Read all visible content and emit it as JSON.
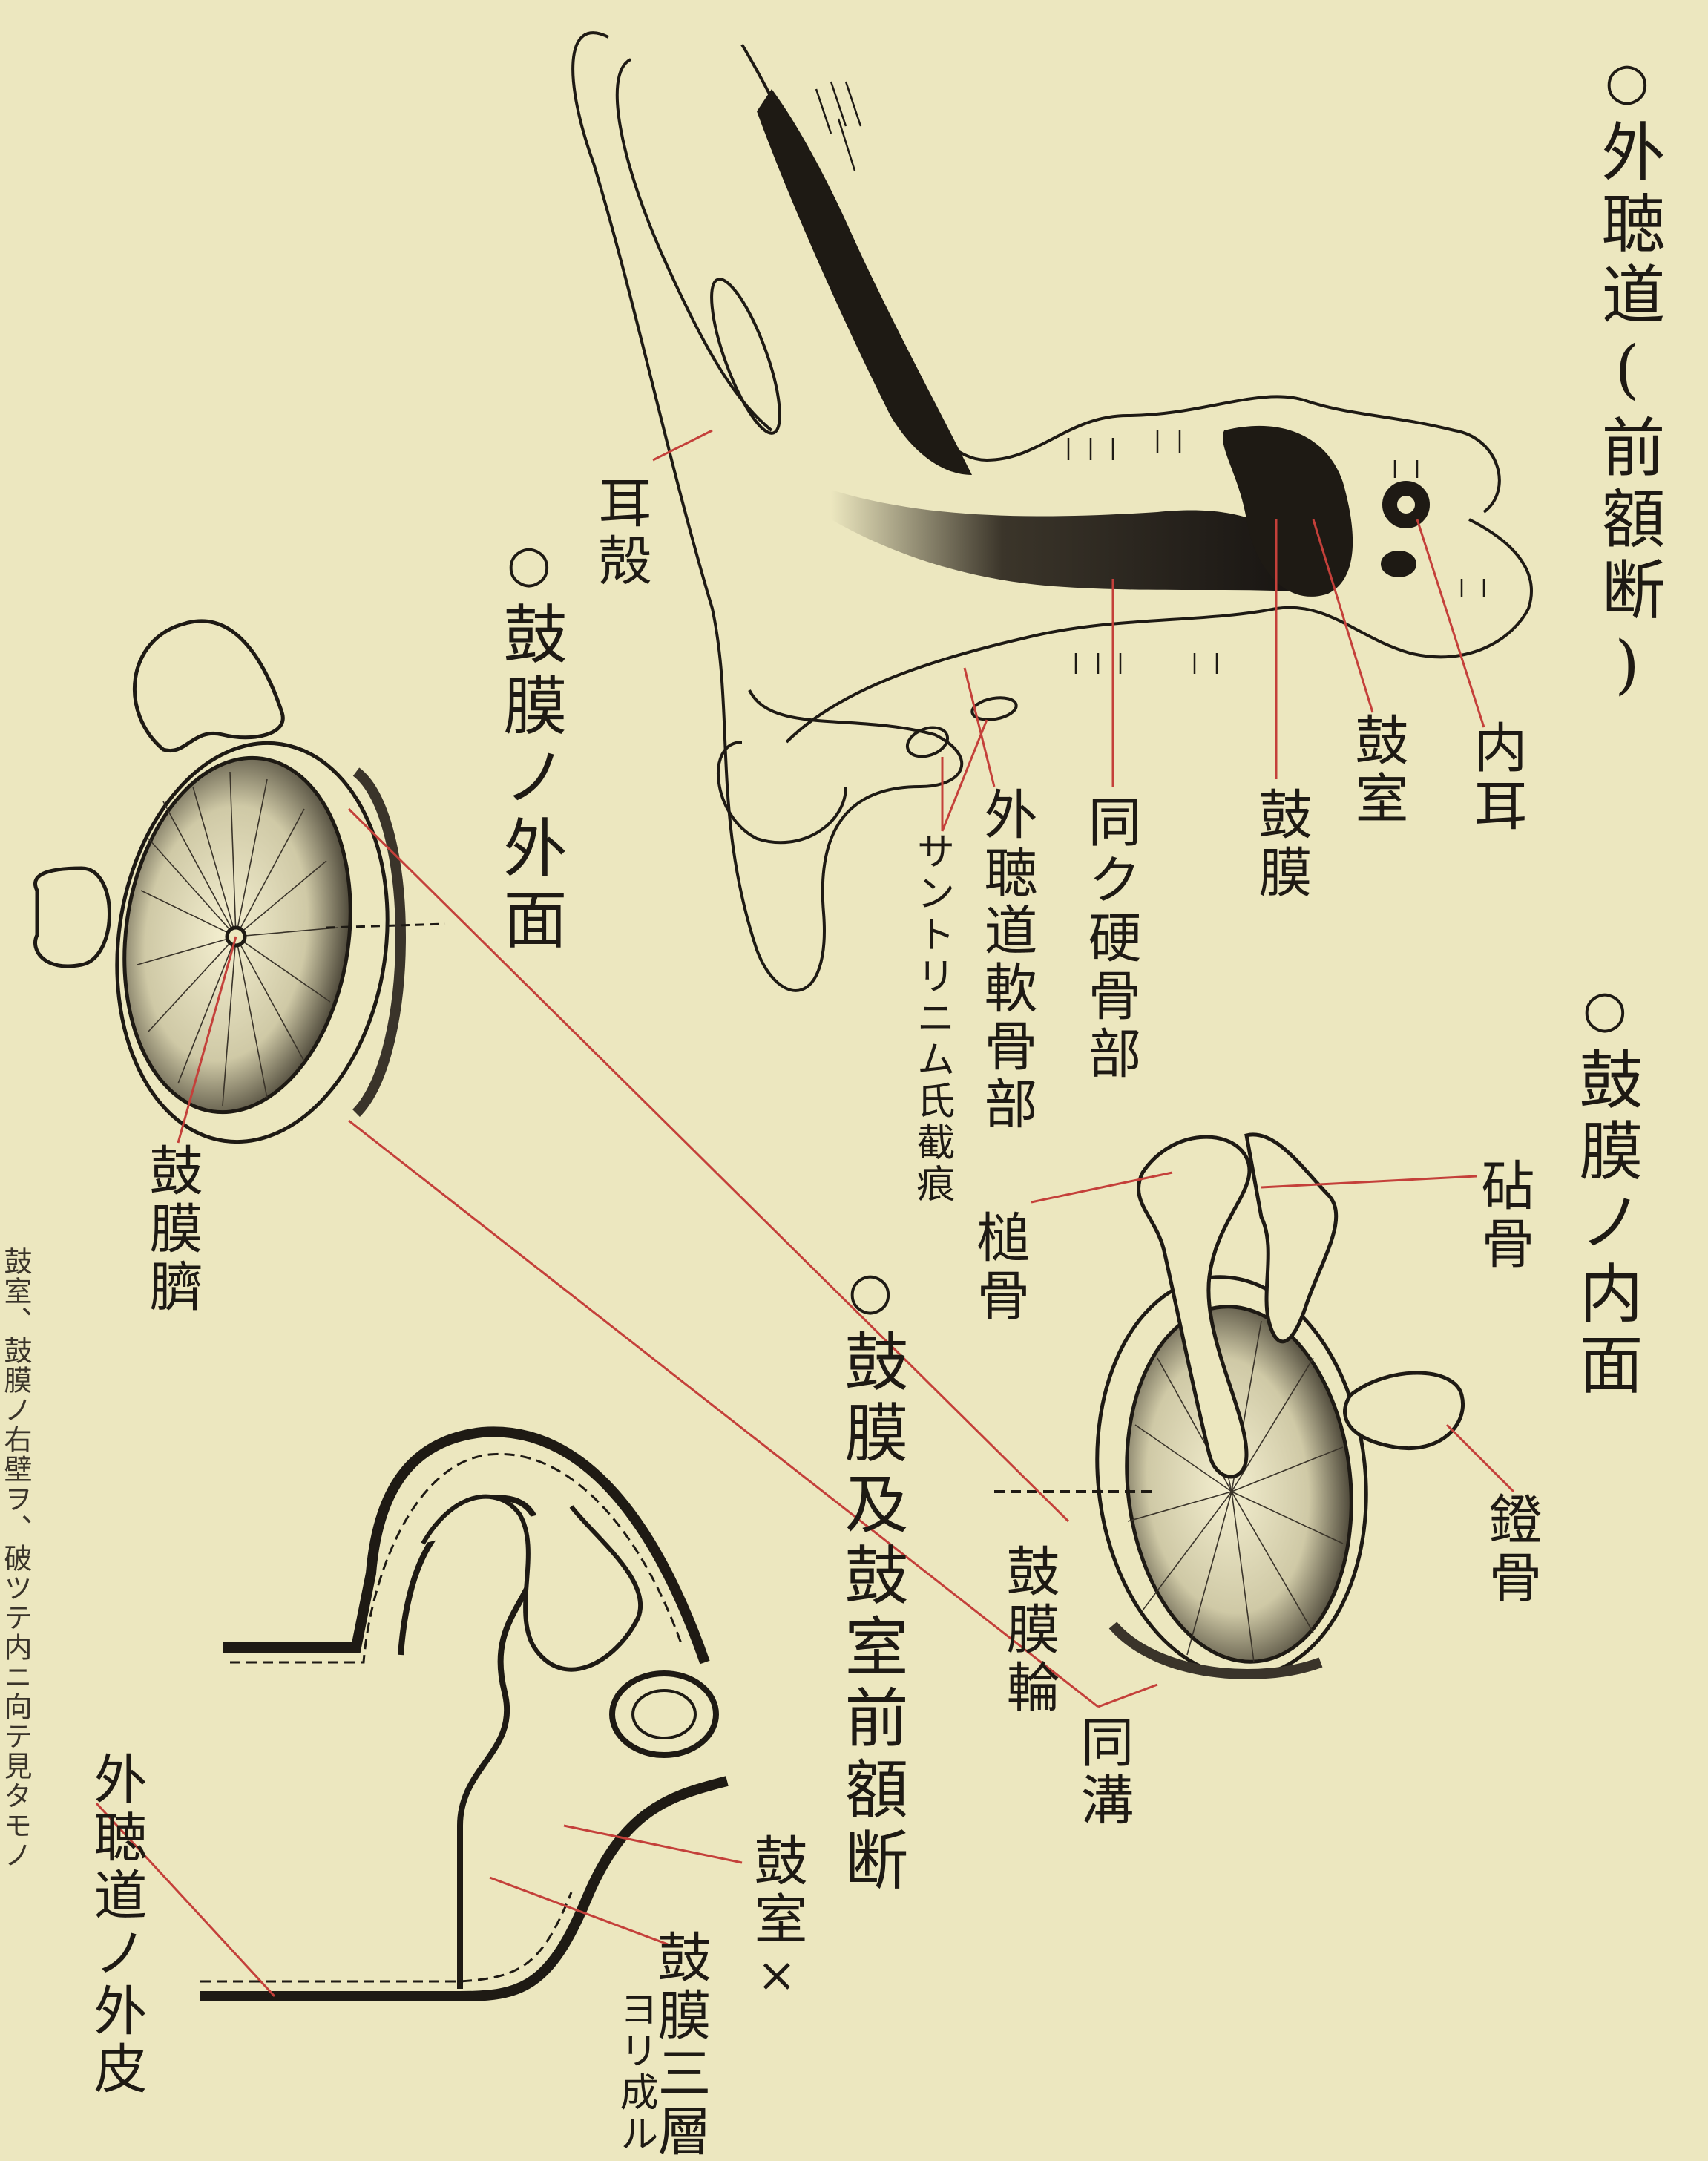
{
  "titles": {
    "external_canal": {
      "mark": "○",
      "text": "外聴道(前額断)"
    },
    "membrane_outer": {
      "mark": "○",
      "text": "鼓膜ノ外面"
    },
    "membrane_inner": {
      "mark": "○",
      "text": "鼓膜ノ内面"
    },
    "membrane_section": {
      "mark": "○",
      "text": "鼓膜及鼓室前額断"
    }
  },
  "labels": {
    "auricle": "耳殻",
    "tympanic_cavity": "鼓室",
    "inner_ear": "内耳",
    "eardrum": "鼓膜",
    "bony_part": "同ク硬骨部",
    "cartilage_part": "外聴道軟骨部",
    "santorini": "サントリニム氏截痕",
    "umbo": "鼓膜臍",
    "malleus": "槌骨",
    "incus": "砧骨",
    "stapes": "鐙骨",
    "annulus": "鼓膜輪",
    "sulcus": "同溝",
    "ext_skin": "外聴道ノ外皮",
    "cavity_x": "鼓室",
    "cross": "×",
    "three_layers": "鼓膜三層",
    "three_layers_sub": "ヨリ成ル",
    "left_margin": "鼓室、鼓膜ノ右壁ヲ、破ツテ内ニ向テ見タモノ"
  },
  "colors": {
    "paper": "#ece7bf",
    "ink": "#1e1a14",
    "leader": "#c4403a"
  }
}
